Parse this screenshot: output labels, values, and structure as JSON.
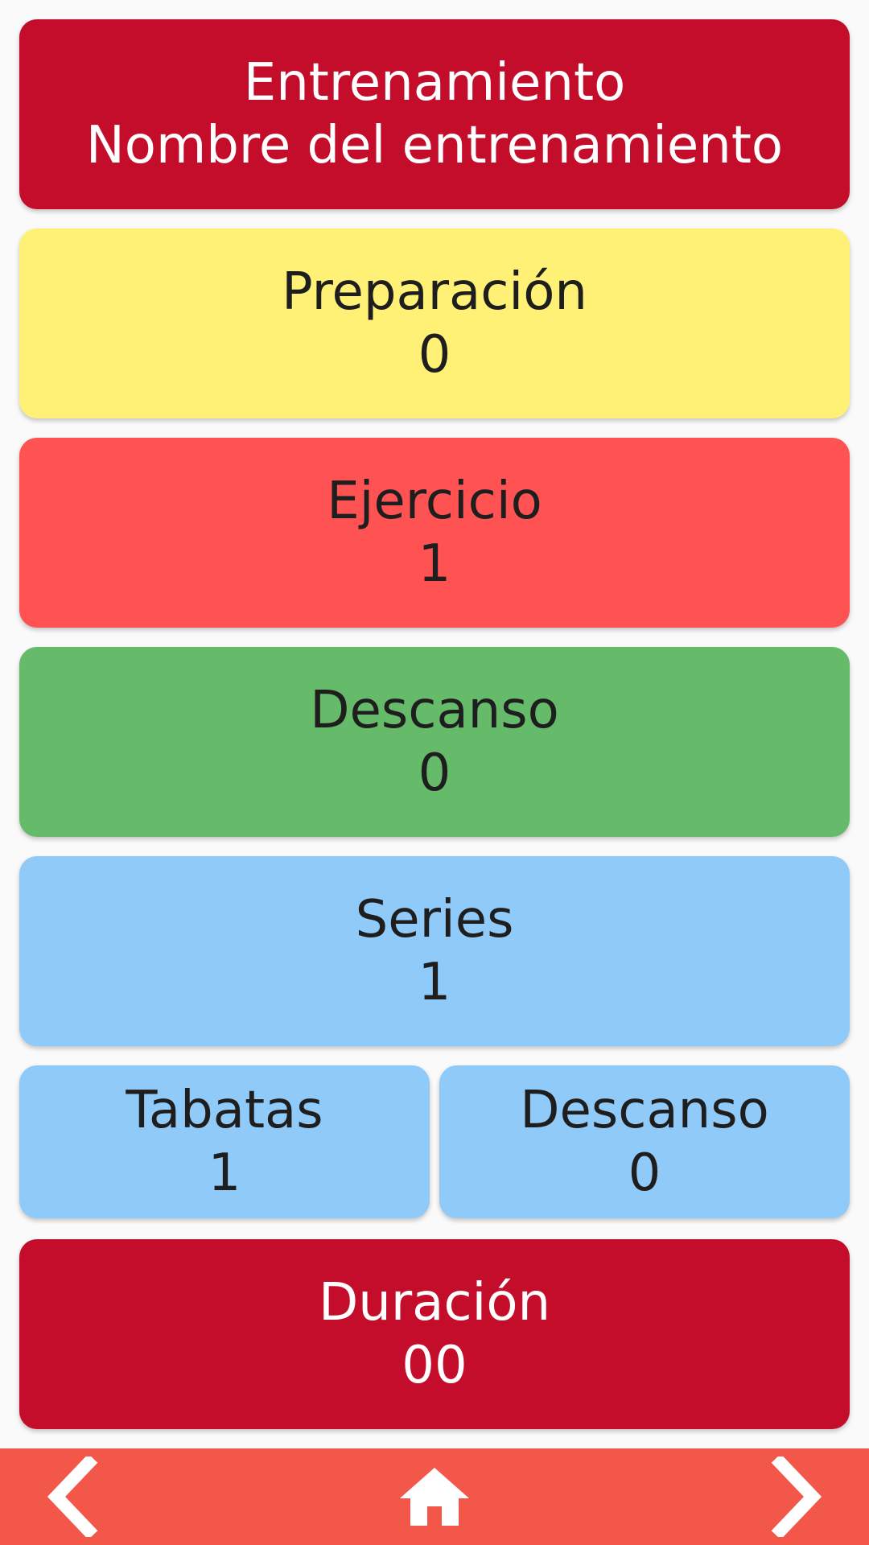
{
  "header": {
    "line1": "Entrenamiento",
    "line2": "Nombre del entrenamiento",
    "color": "#c30d2b"
  },
  "cards": {
    "preparacion": {
      "label": "Preparación",
      "value": "0",
      "color": "#fff176"
    },
    "ejercicio": {
      "label": "Ejercicio",
      "value": "1",
      "color": "#ff5252"
    },
    "descanso": {
      "label": "Descanso",
      "value": "0",
      "color": "#66bb6a"
    },
    "series": {
      "label": "Series",
      "value": "1",
      "color": "#90caf9"
    },
    "tabatas": {
      "label": "Tabatas",
      "value": "1",
      "color": "#90caf9"
    },
    "descanso_tabatas": {
      "label": "Descanso",
      "value": "0",
      "color": "#90caf9"
    },
    "duracion": {
      "label": "Duración",
      "value": "00",
      "color": "#c30d2b"
    }
  },
  "nav": {
    "bar_color": "#f25749",
    "icons": [
      "chevron-left-icon",
      "home-icon",
      "chevron-right-icon"
    ]
  }
}
